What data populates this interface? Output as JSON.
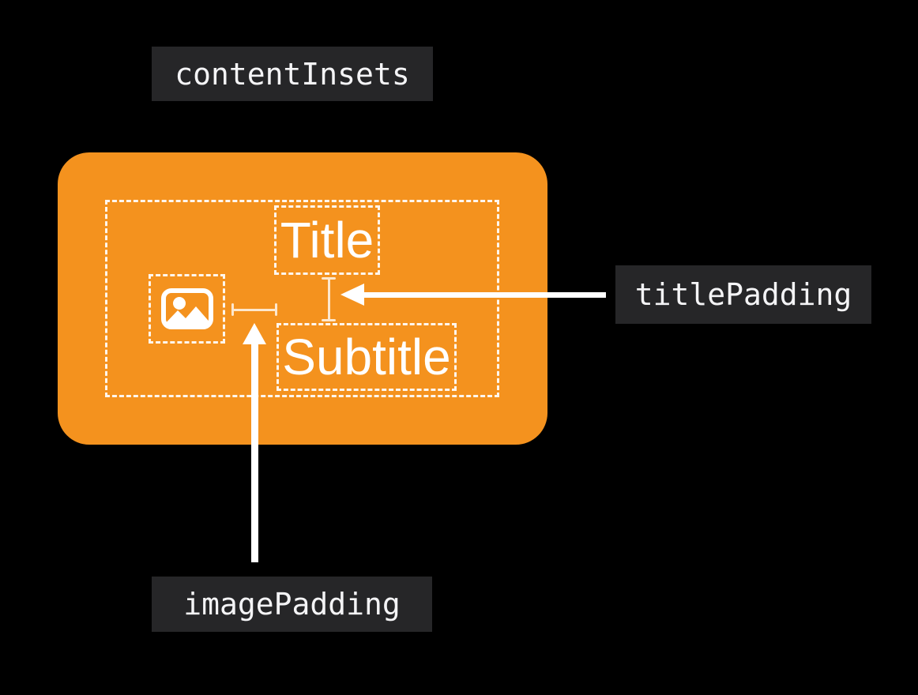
{
  "callouts": {
    "content_insets": "contentInsets",
    "title_padding": "titlePadding",
    "image_padding": "imagePadding"
  },
  "card": {
    "title": "Title",
    "subtitle": "Subtitle",
    "image_icon": "photo-icon"
  },
  "theme": {
    "bg": "#000000",
    "orange": "#F4921E",
    "chip-bg": "#262628",
    "chip-text": "#F4F4F6",
    "card-text": "#FFFFFF",
    "outline": "rgba(255,255,255,0.92)",
    "measure": "rgba(255,255,255,0.78)",
    "arrow": "#FFFFFF"
  }
}
